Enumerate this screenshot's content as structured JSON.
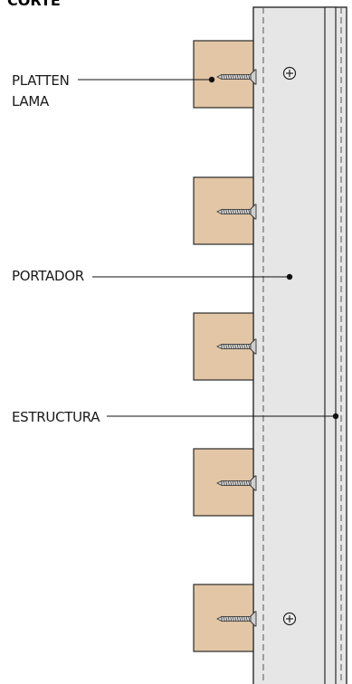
{
  "title": "CORTE",
  "labels": {
    "platten_line1": "PLATTEN",
    "platten_line2": "LAMA",
    "portador": "PORTADOR",
    "estructura": "ESTRUCTURA"
  },
  "colors": {
    "wood": "#e2c6a6",
    "metal": "#e6e6e6",
    "outline": "#2a2a2a"
  },
  "icons": {
    "screw": "screw-icon",
    "rivet": "rivet-icon"
  }
}
